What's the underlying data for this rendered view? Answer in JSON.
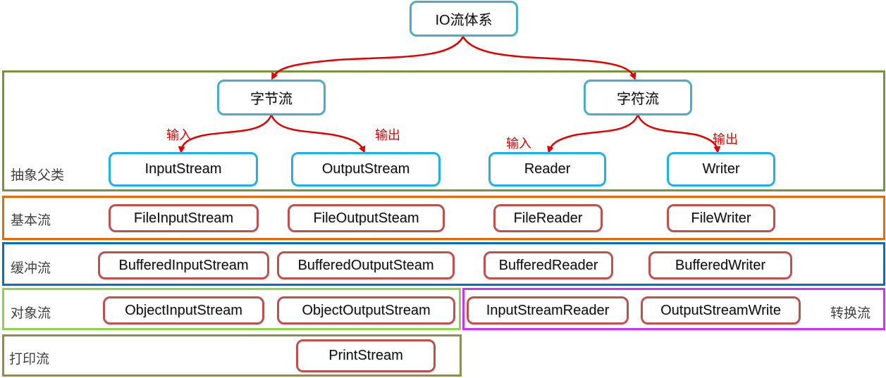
{
  "root": {
    "label": "IO流体系"
  },
  "branches": {
    "byte": {
      "label": "字节流"
    },
    "char": {
      "label": "字符流"
    }
  },
  "arrow_labels": {
    "byte_in": "输入",
    "byte_out": "输出",
    "char_in": "输入",
    "char_out": "输出"
  },
  "colors": {
    "arrow": "#e00000",
    "abstract_band": "#77933c",
    "basic_band": "#e36c09",
    "buffered_band": "#0070c0",
    "object_band": "#92d050",
    "convert_band": "#cc33ff",
    "print_band": "#948a54"
  },
  "bands": {
    "abstract": {
      "label": "抽象父类",
      "items": [
        "InputStream",
        "OutputStream",
        "Reader",
        "Writer"
      ]
    },
    "basic": {
      "label": "基本流",
      "items": [
        "FileInputStream",
        "FileOutputSteam",
        "FileReader",
        "FileWriter"
      ]
    },
    "buffered": {
      "label": "缓冲流",
      "items": [
        "BufferedInputStream",
        "BufferedOutputSteam",
        "BufferedReader",
        "BufferedWriter"
      ]
    },
    "object": {
      "label": "对象流",
      "items": [
        "ObjectInputStream",
        "ObjectOutputStream"
      ]
    },
    "convert": {
      "label": "转换流",
      "items": [
        "InputStreamReader",
        "OutputStreamWrite"
      ]
    },
    "print": {
      "label": "打印流",
      "items": [
        "PrintStream"
      ]
    }
  }
}
